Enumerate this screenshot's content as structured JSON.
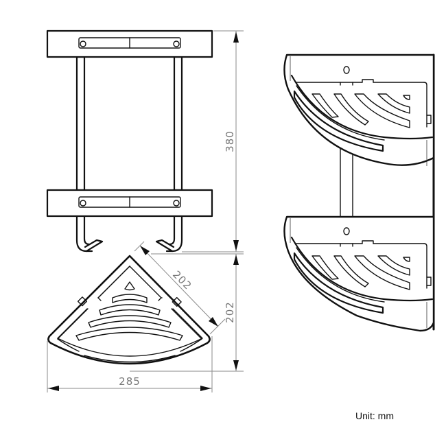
{
  "drawing": {
    "subject": "two-tier corner shower shelf",
    "views": {
      "front_view": {
        "label": "front-view"
      },
      "plan_view": {
        "label": "plan-view"
      },
      "side_view": {
        "label": "perspective-view"
      }
    },
    "dimensions": {
      "height": {
        "value": "380",
        "orientation": "vertical"
      },
      "shelf_depth_side": {
        "value": "202",
        "orientation": "diagonal"
      },
      "shelf_depth_vertical": {
        "value": "202",
        "orientation": "vertical"
      },
      "shelf_width": {
        "value": "285",
        "orientation": "horizontal"
      }
    },
    "unit_label": "Unit: mm",
    "colors": {
      "outline": "#111111",
      "dimension_line": "#8a8a8a",
      "dimension_text": "#777777",
      "background": "#ffffff"
    }
  }
}
